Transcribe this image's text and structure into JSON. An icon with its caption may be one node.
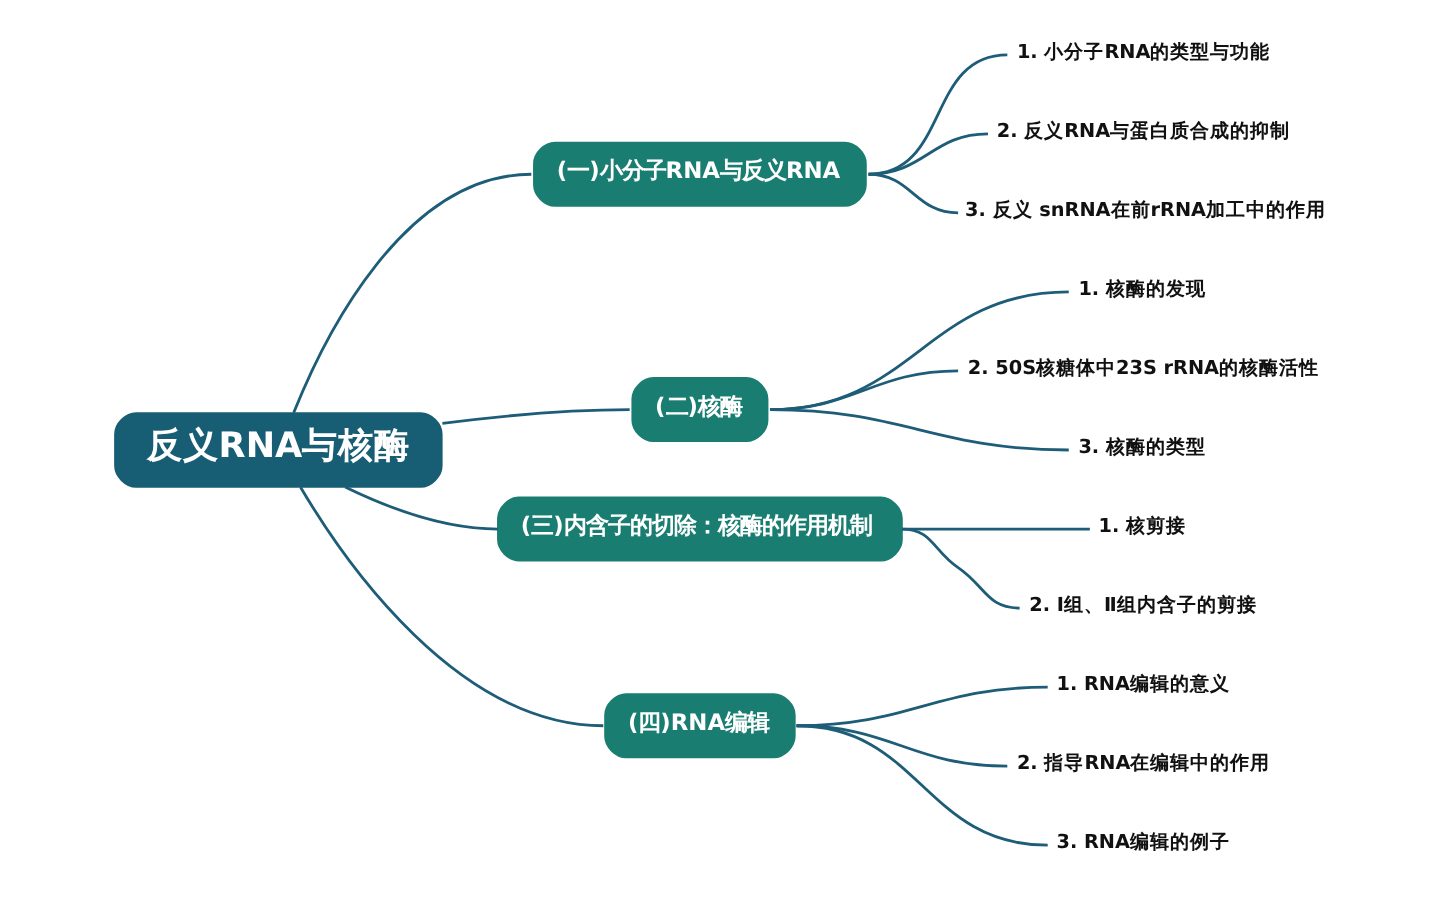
{
  "diagram": {
    "nodes": [
      {
        "text": [
          "反义RNA与核酶"
        ]
      },
      {
        "text": [
          "(一)小分子RNA与反义RNA"
        ]
      },
      {
        "text": [
          "1. 小分子RNA的类型与功能"
        ]
      },
      {
        "text": [
          "2. 反义RNA与蛋白质合成的抑制"
        ]
      },
      {
        "text": [
          "3. 反义 snRNA在前rRNA加工中的作用"
        ]
      },
      {
        "text": [
          "(二)核酶"
        ]
      },
      {
        "text": [
          "1. 核酶的发现"
        ]
      },
      {
        "text": [
          "2. 50S核糖体中23S rRNA的核酶活性"
        ]
      },
      {
        "text": [
          "3. 核酶的类型"
        ]
      },
      {
        "text": [
          "(三)内含子的切除：核酶的作用机制"
        ]
      },
      {
        "text": [
          "1. 核剪接"
        ]
      },
      {
        "text": [
          "2. Ⅰ组、Ⅱ组内含子的剪接"
        ]
      },
      {
        "text": [
          "(四)RNA编辑"
        ]
      },
      {
        "text": [
          "1. RNA编辑的意义"
        ]
      },
      {
        "text": [
          "2. 指导RNA在编辑中的作用"
        ]
      },
      {
        "text": [
          "3. RNA编辑的例子"
        ]
      }
    ],
    "edges": [
      {
        "from": 0,
        "to": 1,
        "arrow": "none"
      },
      {
        "from": 1,
        "to": 2,
        "arrow": "none"
      },
      {
        "from": 1,
        "to": 3,
        "arrow": "none"
      },
      {
        "from": 1,
        "to": 4,
        "arrow": "none"
      },
      {
        "from": 0,
        "to": 5,
        "arrow": "none"
      },
      {
        "from": 5,
        "to": 6,
        "arrow": "none"
      },
      {
        "from": 5,
        "to": 7,
        "arrow": "none"
      },
      {
        "from": 5,
        "to": 8,
        "arrow": "none"
      },
      {
        "from": 0,
        "to": 9,
        "arrow": "none"
      },
      {
        "from": 9,
        "to": 10,
        "arrow": "none"
      },
      {
        "from": 9,
        "to": 11,
        "arrow": "none"
      },
      {
        "from": 0,
        "to": 12,
        "arrow": "none"
      },
      {
        "from": 12,
        "to": 13,
        "arrow": "none"
      },
      {
        "from": 12,
        "to": 14,
        "arrow": "none"
      },
      {
        "from": 12,
        "to": 15,
        "arrow": "none"
      }
    ]
  }
}
